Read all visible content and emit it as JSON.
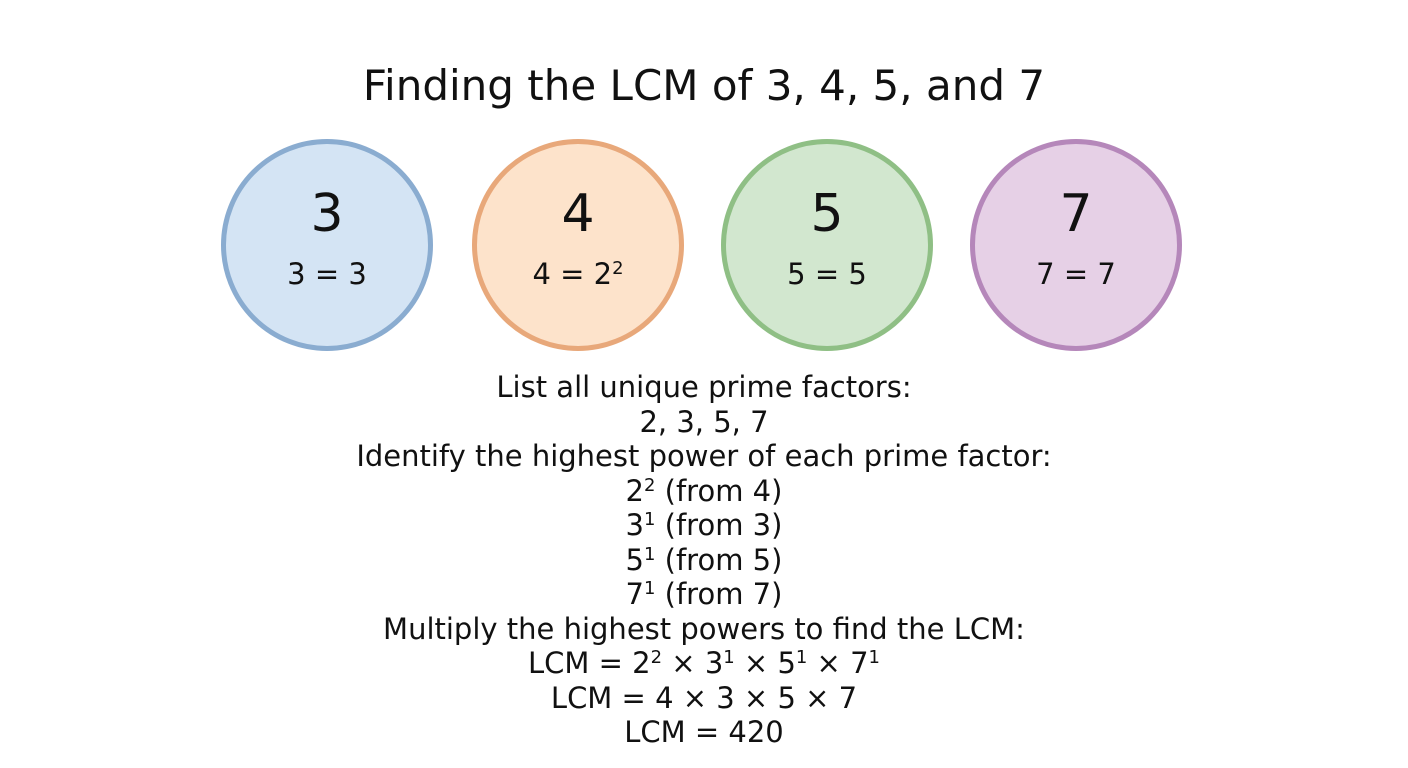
{
  "title": "Finding the LCM of 3, 4, 5, and 7",
  "circles": [
    {
      "number": "3",
      "base": "3 = 3",
      "exp": "",
      "fill": "#d4e4f4",
      "stroke": "#8aacd0"
    },
    {
      "number": "4",
      "base": "4 = 2",
      "exp": "2",
      "fill": "#fde3cb",
      "stroke": "#e8a87a"
    },
    {
      "number": "5",
      "base": "5 = 5",
      "exp": "",
      "fill": "#d2e7cf",
      "stroke": "#8fbf85"
    },
    {
      "number": "7",
      "base": "7 = 7",
      "exp": "",
      "fill": "#e6d0e6",
      "stroke": "#b587ba"
    }
  ],
  "steps": {
    "step1_heading": "List all unique prime factors:",
    "primes_list": "2, 3, 5, 7",
    "step2_heading": "Identify the highest power of each prime factor:",
    "powers": [
      {
        "base": "2",
        "exp": "2",
        "rest": " (from 4)"
      },
      {
        "base": "3",
        "exp": "1",
        "rest": " (from 3)"
      },
      {
        "base": "5",
        "exp": "1",
        "rest": " (from 5)"
      },
      {
        "base": "7",
        "exp": "1",
        "rest": " (from 7)"
      }
    ],
    "step3_heading": "Multiply the highest powers to find the LCM:",
    "product": {
      "prefix": "LCM = ",
      "terms": [
        {
          "base": "2",
          "exp": "2"
        },
        {
          "base": "3",
          "exp": "1"
        },
        {
          "base": "5",
          "exp": "1"
        },
        {
          "base": "7",
          "exp": "1"
        }
      ],
      "separator": " × "
    },
    "expanded": "LCM = 4 × 3 × 5 × 7",
    "result": "LCM = 420"
  }
}
